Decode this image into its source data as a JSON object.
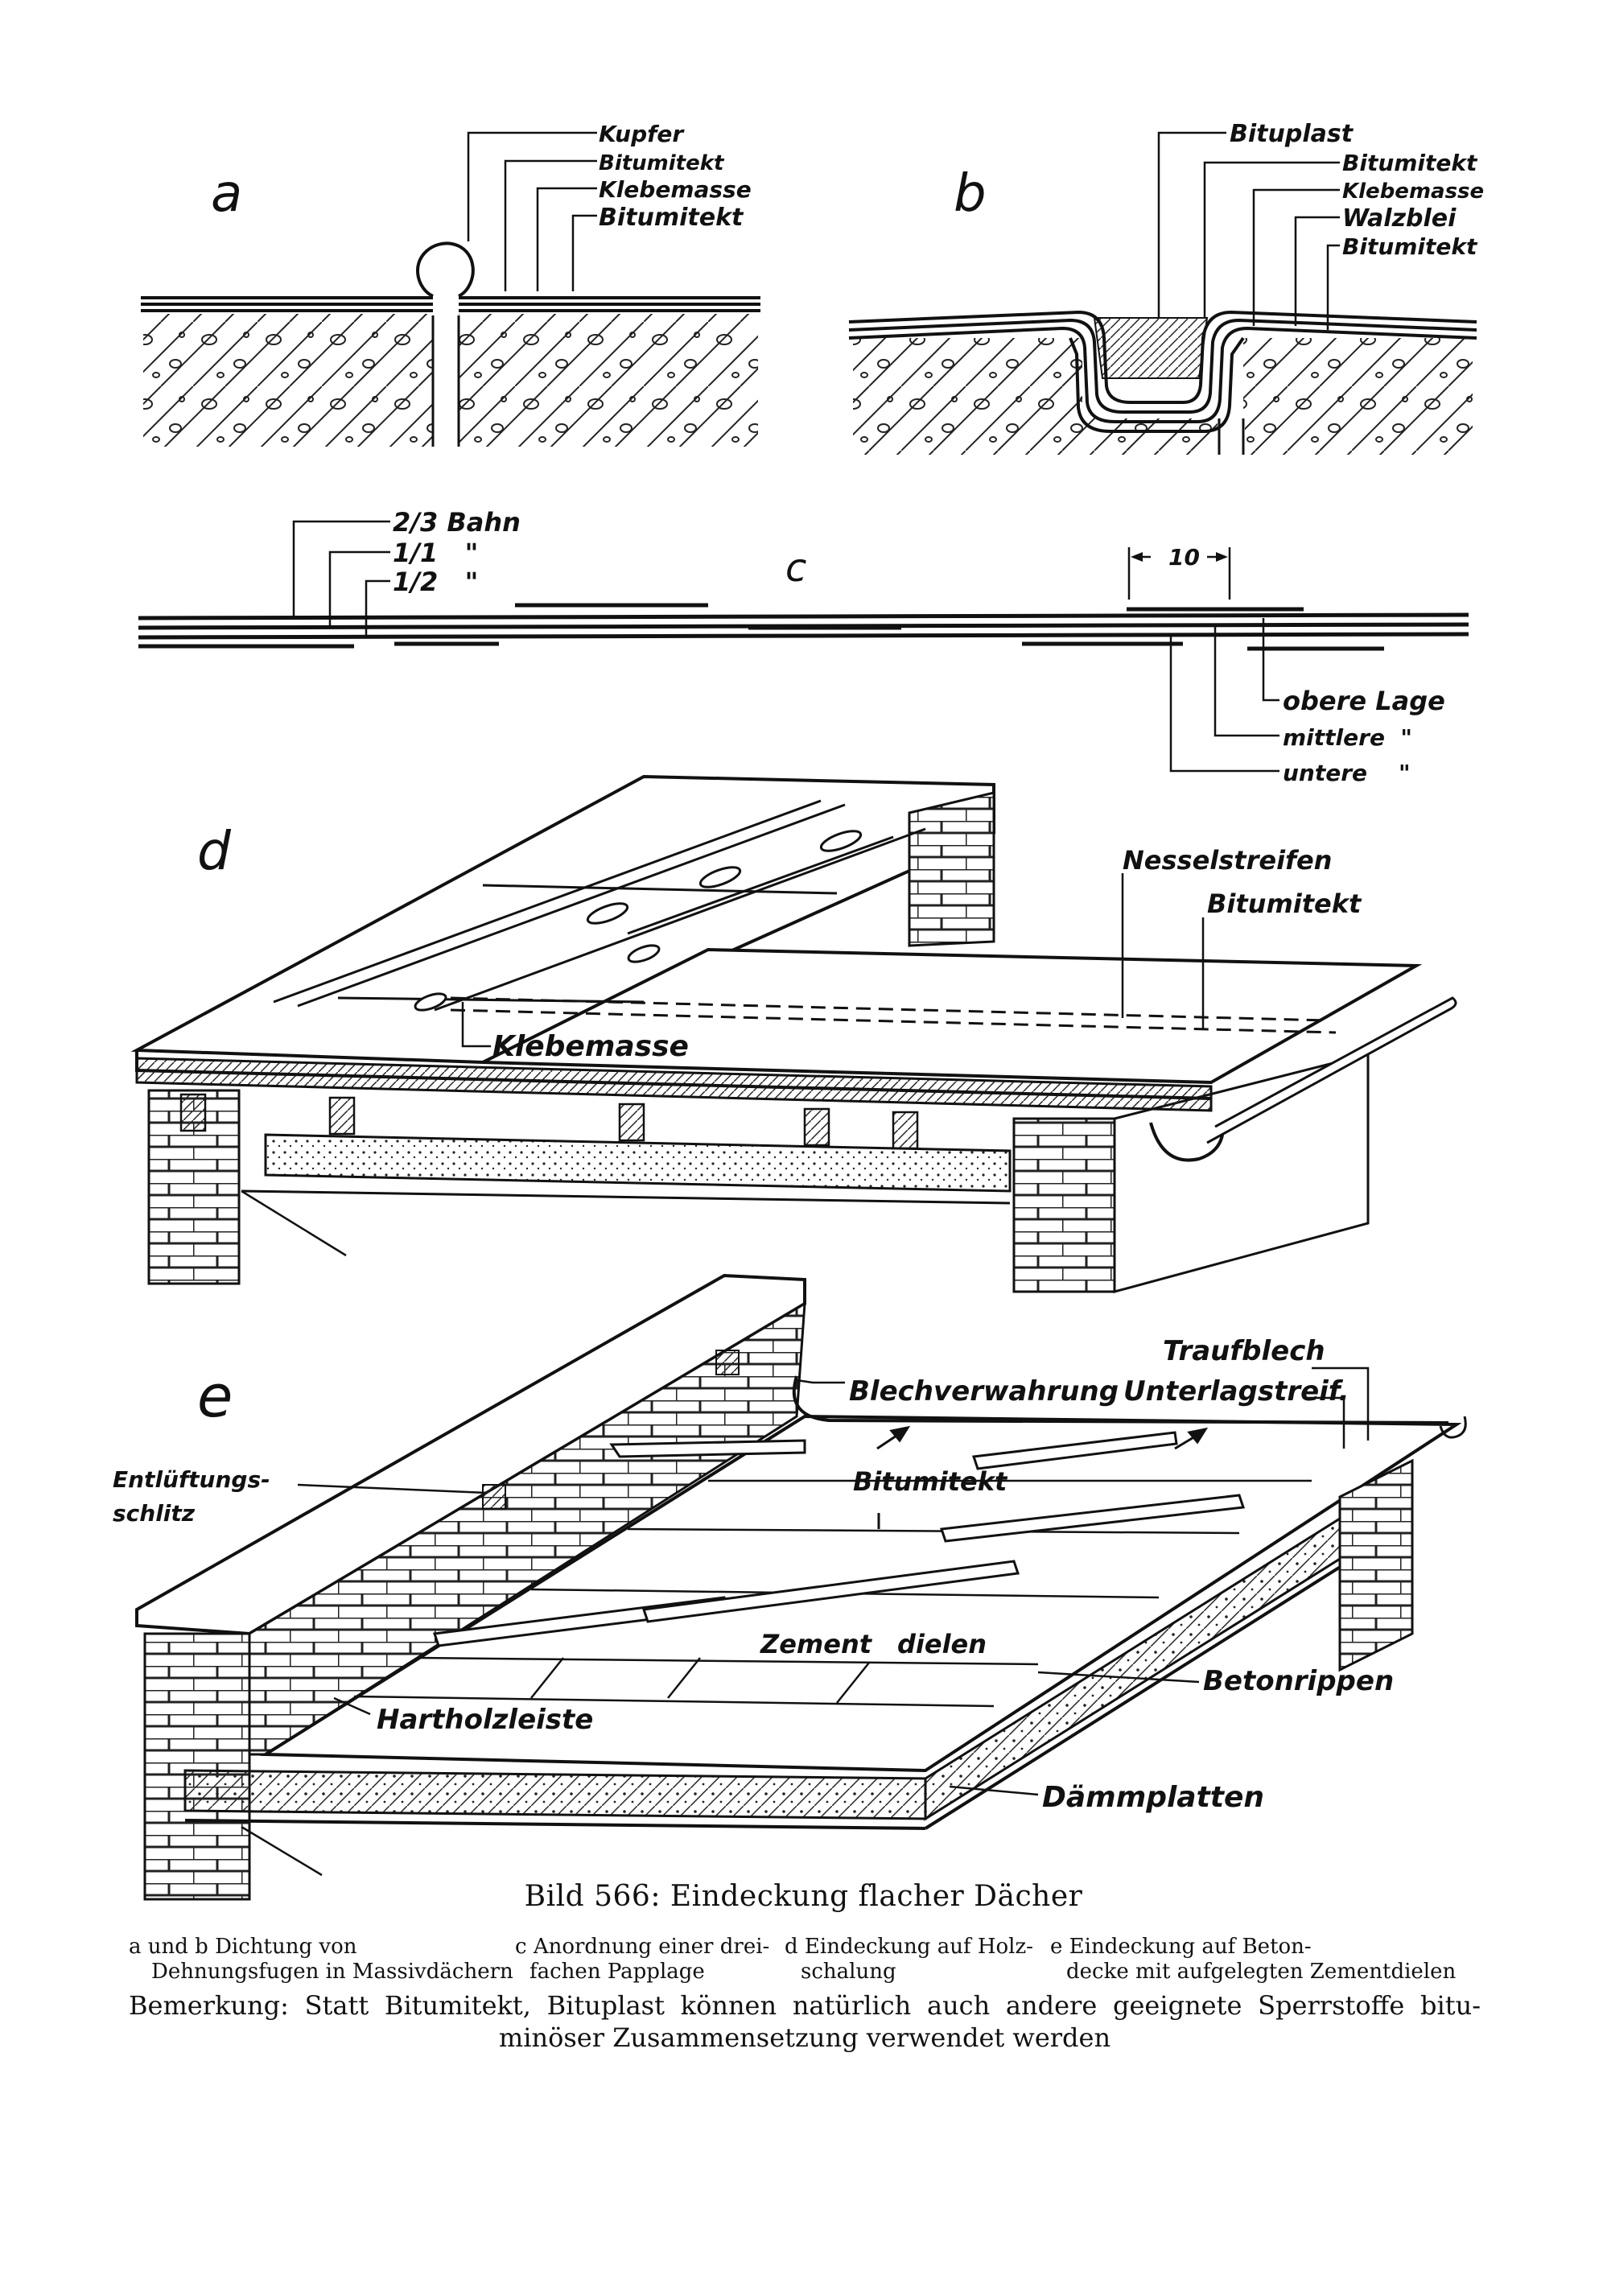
{
  "figure": {
    "caption": "Bild 566: Eindeckung flacher Dächer",
    "legend": [
      {
        "key": "a_b",
        "line1": "a und b  Dichtung von",
        "line2": "Dehnungsfugen in Massivdächern"
      },
      {
        "key": "c",
        "line1": "c Anordnung einer drei-",
        "line2": "fachen Papplage"
      },
      {
        "key": "d",
        "line1": "d Eindeckung auf Holz-",
        "line2": "schalung"
      },
      {
        "key": "e",
        "line1": "e Eindeckung auf Beton-",
        "line2": "decke mit aufgelegten Zementdielen"
      }
    ],
    "remark_line1": "Bemerkung: Statt Bitumitekt, Bituplast können natürlich auch andere geeignete Sperrstoffe bitu-",
    "remark_line2": "minöser Zusammensetzung verwendet werden"
  },
  "panel_a": {
    "letter": "a",
    "labels": [
      "Kupfer",
      "Bitumitekt",
      "Klebemasse",
      "Bitumitekt"
    ]
  },
  "panel_b": {
    "letter": "b",
    "labels": [
      "Bituplast",
      "Bitumitekt",
      "Klebemasse",
      "Walzblei",
      "Bitumitekt"
    ]
  },
  "panel_c": {
    "letter": "c",
    "left_labels": [
      "2/3 Bahn",
      "1/1   \"",
      "1/2   \""
    ],
    "dimension": "10",
    "right_labels": [
      "obere Lage",
      "mittlere  \"",
      "untere    \""
    ]
  },
  "panel_d": {
    "letter": "d",
    "labels": [
      "Nesselstreifen",
      "Bitumitekt",
      "Klebemasse"
    ]
  },
  "panel_e": {
    "letter": "e",
    "labels": {
      "traufblech": "Traufblech",
      "blechverwahrung": "Blechverwahrung",
      "unterlagstreif": "Unterlagstreif.",
      "entlueftung_1": "Entlüftungs-",
      "entlueftung_2": "schlitz",
      "bitumitekt": "Bitumitekt",
      "zement": "Zement",
      "dielen": "dielen",
      "betonrippen": "Betonrippen",
      "hartholzleiste": "Hartholzleiste",
      "daemmplatten": "Dämmplatten"
    }
  }
}
